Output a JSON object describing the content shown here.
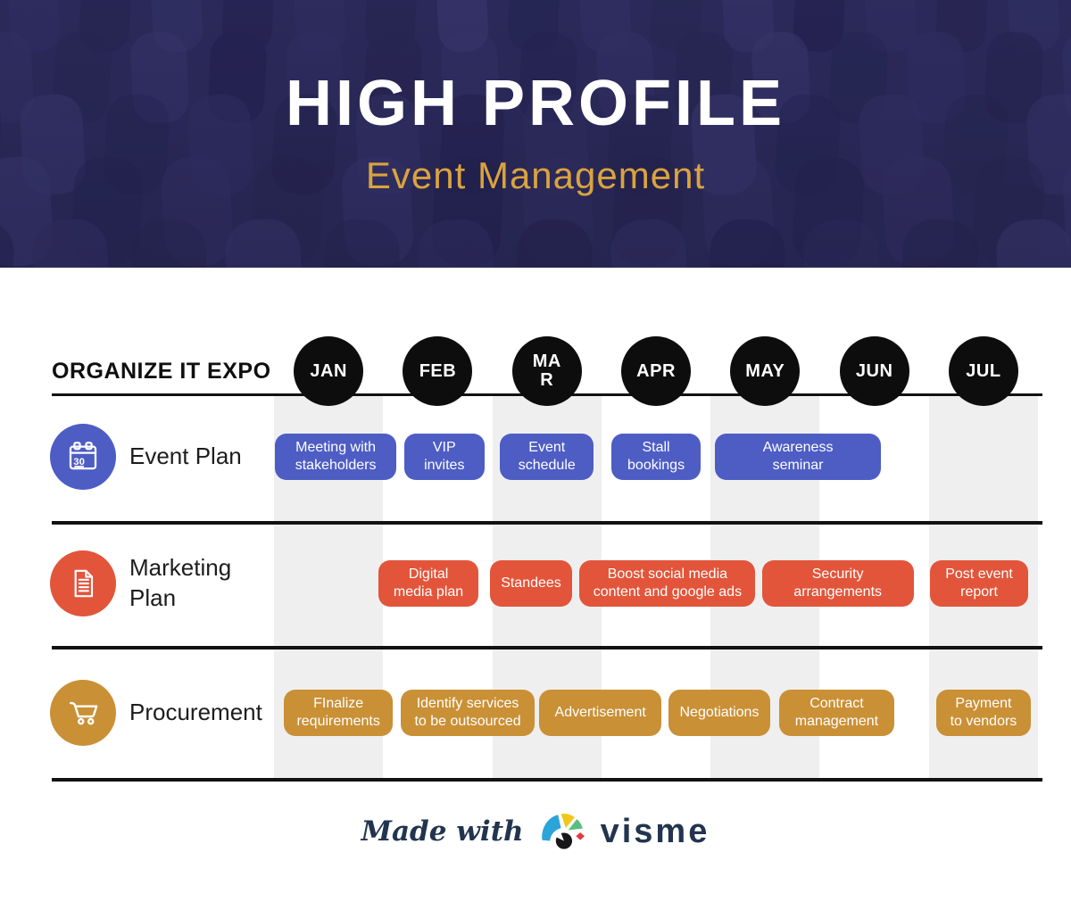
{
  "header": {
    "title": "HIGH PROFILE",
    "subtitle": "Event Management",
    "background_color": "#2b2a5a",
    "title_color": "#ffffff",
    "subtitle_color": "#daa33f"
  },
  "chart_data": {
    "type": "bar",
    "variant": "gantt-timeline",
    "title": "ORGANIZE IT EXPO",
    "months": [
      "JAN",
      "FEB",
      "MA\nR",
      "APR",
      "MAY",
      "JUN",
      "JUL"
    ],
    "striped_month_indexes": [
      0,
      2,
      4,
      6
    ],
    "axis": {
      "month_circle_color": "#0d0d0d",
      "month_text_color": "#ffffff",
      "line_color": "#121212",
      "stripe_color": "#f0efef"
    },
    "series": [
      {
        "name": "Event Plan",
        "icon": "calendar-icon",
        "color": "#4e5dc4",
        "tasks": [
          {
            "label": "Meeting with\nstakeholders",
            "start": 0.01,
            "end": 1.12
          },
          {
            "label": "VIP\ninvites",
            "start": 1.19,
            "end": 1.93
          },
          {
            "label": "Event\nschedule",
            "start": 2.07,
            "end": 2.93
          },
          {
            "label": "Stall\nbookings",
            "start": 3.09,
            "end": 3.91
          },
          {
            "label": "Awareness\nseminar",
            "start": 4.04,
            "end": 5.56
          }
        ]
      },
      {
        "name": "Marketing\nPlan",
        "icon": "document-icon",
        "color": "#e2553a",
        "tasks": [
          {
            "label": "Digital\nmedia plan",
            "start": 0.96,
            "end": 1.87
          },
          {
            "label": "Standees",
            "start": 1.98,
            "end": 2.73
          },
          {
            "label": "Boost social media\ncontent and google ads",
            "start": 2.8,
            "end": 4.41
          },
          {
            "label": "Security\narrangements",
            "start": 4.47,
            "end": 5.86
          },
          {
            "label": "Post event\nreport",
            "start": 6.01,
            "end": 6.91
          }
        ]
      },
      {
        "name": "Procurement",
        "icon": "cart-icon",
        "color": "#ca9036",
        "tasks": [
          {
            "label": "FInalize\nrequirements",
            "start": 0.09,
            "end": 1.09
          },
          {
            "label": "Identify services\nto be outsourced",
            "start": 1.16,
            "end": 2.39
          },
          {
            "label": "Advertisement",
            "start": 2.43,
            "end": 3.55
          },
          {
            "label": "Negotiations",
            "start": 3.61,
            "end": 4.55
          },
          {
            "label": "Contract\nmanagement",
            "start": 4.63,
            "end": 5.68
          },
          {
            "label": "Payment\nto vendors",
            "start": 6.07,
            "end": 6.93
          }
        ]
      }
    ],
    "xlabel": "",
    "ylabel": "",
    "legend": false,
    "x_range_months": [
      "JAN",
      "JUL"
    ]
  },
  "footer": {
    "made_with": "Made with",
    "brand": "visme",
    "brand_color": "#22354f",
    "logo_colors": {
      "blue": "#2ba4d9",
      "yellow": "#f2c71b",
      "green": "#58bf80",
      "red": "#e13a41",
      "black": "#17171a"
    }
  }
}
